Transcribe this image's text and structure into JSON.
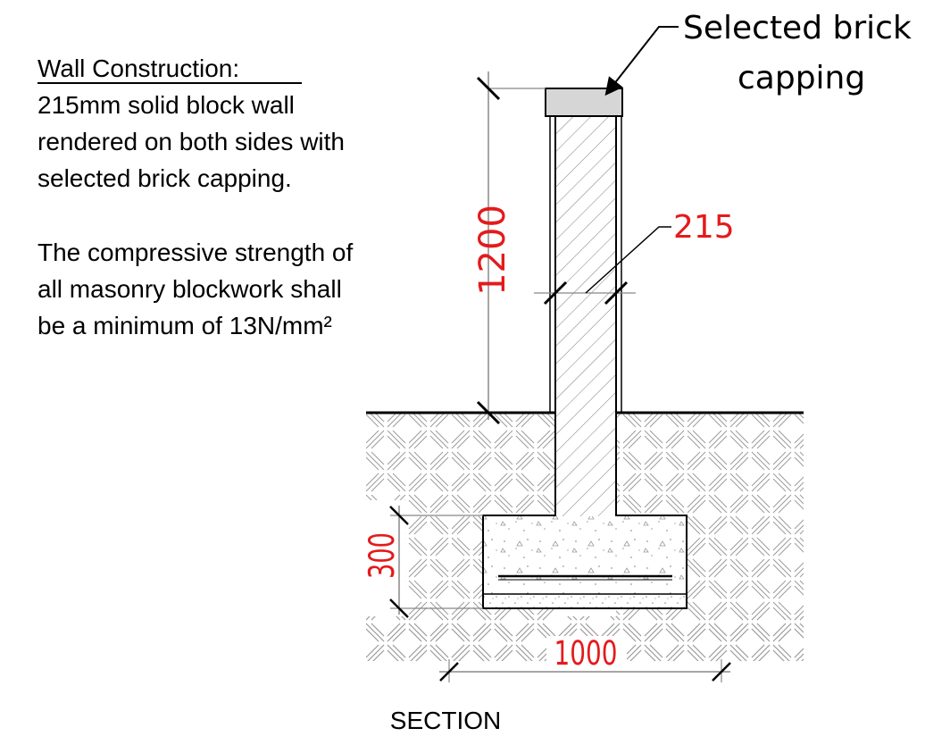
{
  "notes": {
    "heading": "Wall Construction:",
    "paragraph1": [
      "215mm solid block wall",
      "rendered on both sides with",
      "selected brick capping."
    ],
    "paragraph2": [
      "The compressive strength of",
      "all masonry blockwork shall",
      "be a minimum of 13N/mm²"
    ]
  },
  "callout": [
    "Selected brick",
    "capping"
  ],
  "dimensions": {
    "wall_height": "1200",
    "wall_thickness": "215",
    "footing_depth": "300",
    "footing_width": "1000"
  },
  "caption": "SECTION",
  "colors": {
    "dimension_text": "#e41a1c",
    "line": "#000000",
    "dimension_line": "#888888",
    "capping_fill": "#d6d6d6",
    "hatch": "#8c8c8c"
  }
}
